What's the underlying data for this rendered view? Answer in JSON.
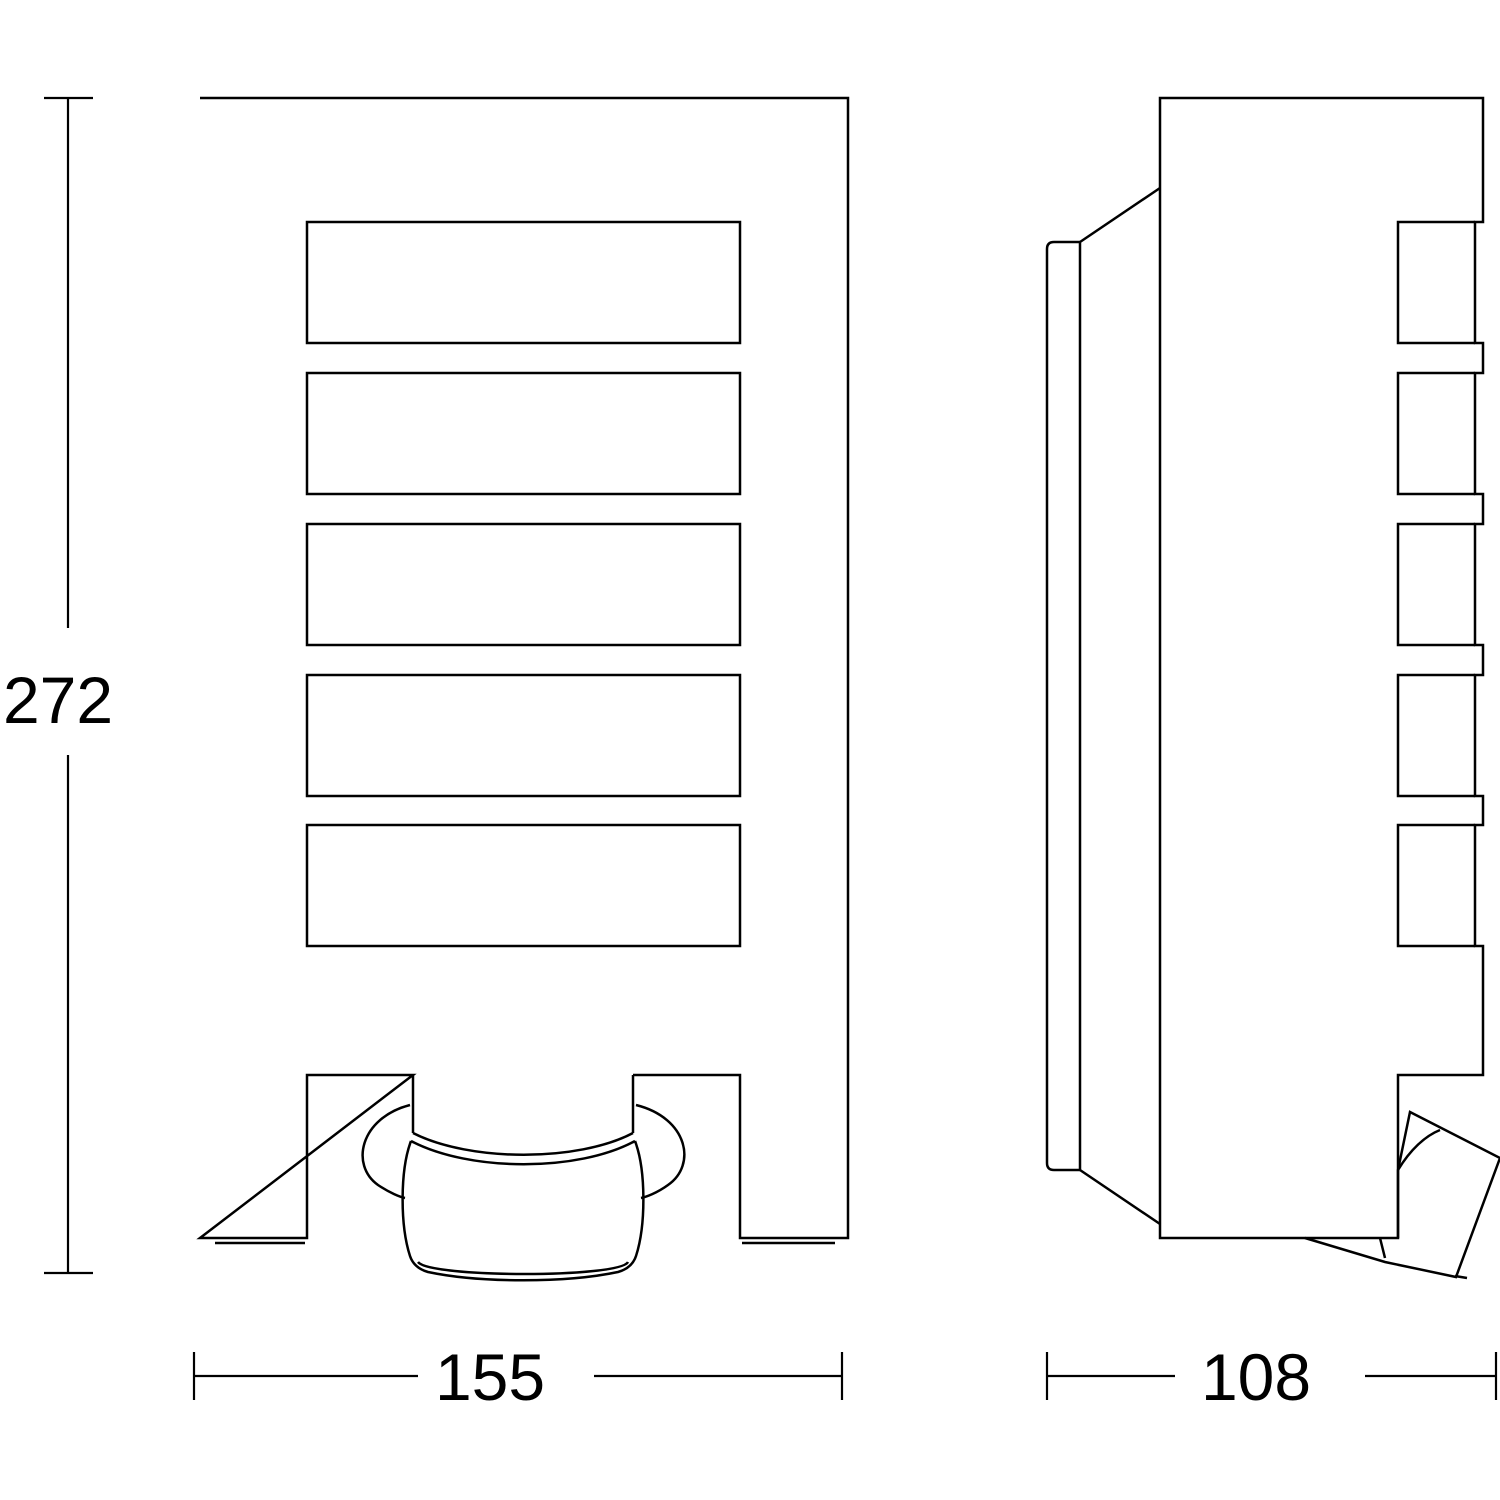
{
  "dimensions": {
    "height": "272",
    "width": "155",
    "depth": "108"
  },
  "colors": {
    "stroke": "#000000",
    "background": "#ffffff"
  }
}
